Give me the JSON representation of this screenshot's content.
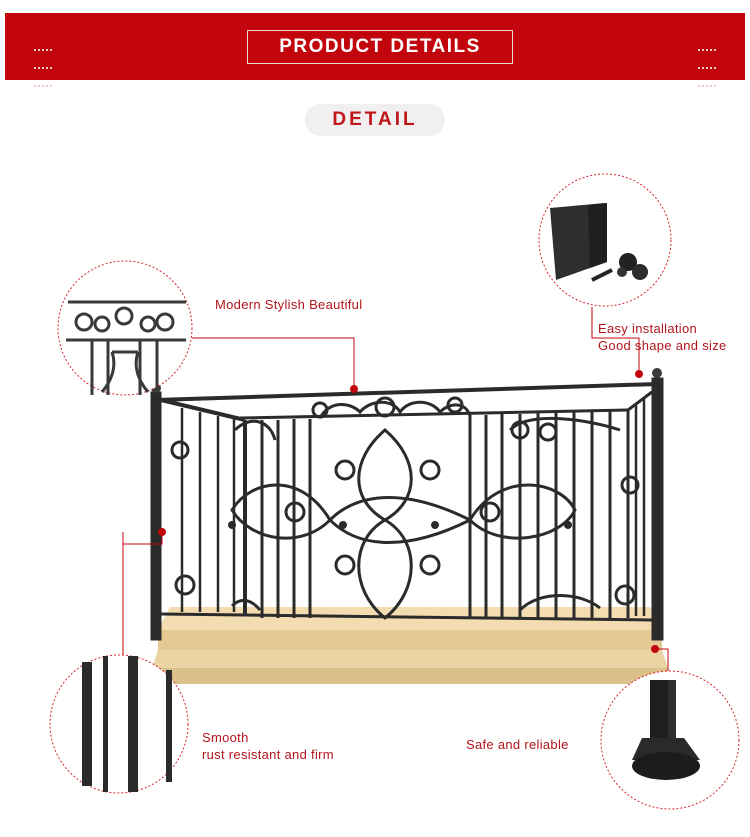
{
  "banner": {
    "title": "PRODUCT DETAILS"
  },
  "section": {
    "label": "DETAIL"
  },
  "callouts": {
    "top_left": {
      "text": "Modern Stylish Beautiful"
    },
    "top_right": {
      "line1": "Easy installation",
      "line2": "Good shape and size"
    },
    "bottom_left": {
      "line1": "Smooth",
      "line2": "rust resistant and firm"
    },
    "bottom_right": {
      "text": "Safe and reliable"
    }
  },
  "colors": {
    "brand_red": "#c2050c",
    "callout_red": "#b3161b",
    "iron": "#2b2b2b",
    "stone": "#e9d2a1"
  }
}
